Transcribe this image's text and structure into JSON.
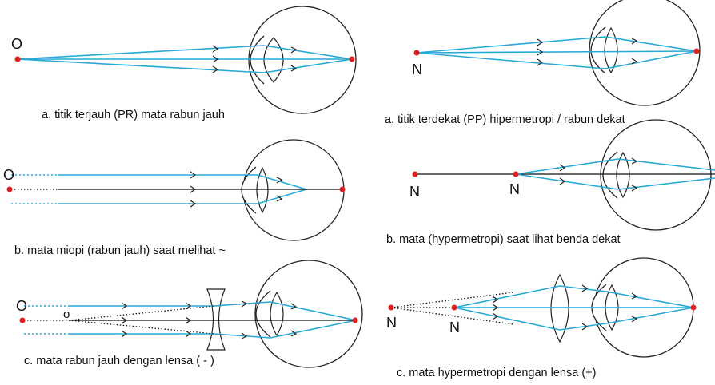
{
  "panels": {
    "left_a": {
      "caption": "a. titik terjauh (PR) mata rabun jauh",
      "labels": [
        "O"
      ]
    },
    "left_b": {
      "caption": "b. mata miopi (rabun jauh) saat melihat ~",
      "labels": [
        "O"
      ]
    },
    "left_c": {
      "caption": "c. mata rabun jauh dengan lensa ( - )",
      "labels": [
        "O",
        "o"
      ]
    },
    "right_a": {
      "caption": "a. titik terdekat (PP) hipermetropi / rabun dekat",
      "labels": [
        "N"
      ]
    },
    "right_b": {
      "caption": "b. mata (hypermetropi) saat lihat benda dekat",
      "labels": [
        "N",
        "N"
      ]
    },
    "right_c": {
      "caption": "c. mata hypermetropi dengan lensa (+)",
      "labels": [
        "N",
        "N"
      ]
    }
  },
  "colors": {
    "ray": "#27a9d6",
    "point": "#e02020",
    "line": "#111111"
  }
}
